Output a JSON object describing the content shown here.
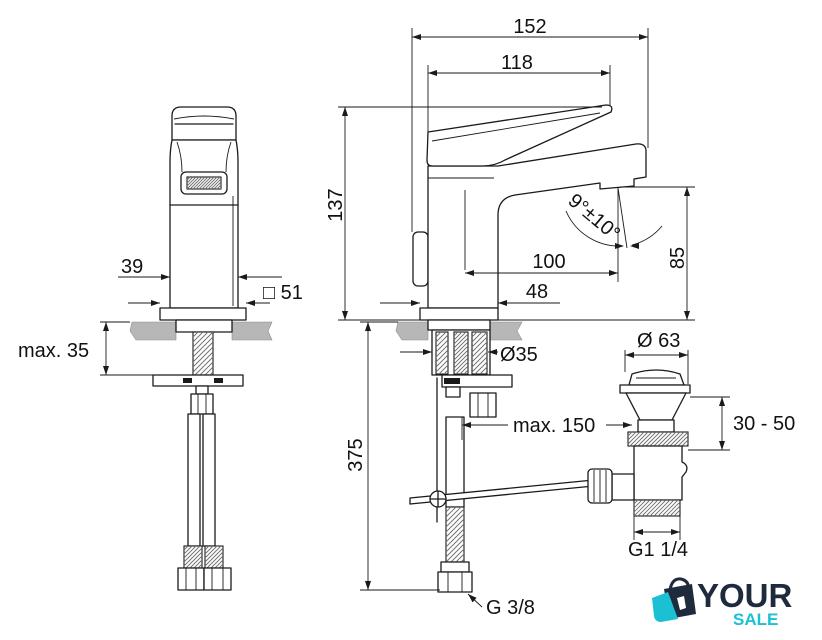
{
  "drawing": {
    "front_view": {
      "width_39": "39",
      "base_51": "□ 51",
      "max_35": "max. 35"
    },
    "side_view": {
      "width_152": "152",
      "width_118": "118",
      "height_137": "137",
      "angle": "9°±10°",
      "reach_100": "100",
      "height_85": "85",
      "base_48": "48",
      "hole_35": "Ø35",
      "length_375": "375",
      "max_150": "max. 150",
      "thread_g38": "G 3/8"
    },
    "waste_view": {
      "dia_63": "Ø 63",
      "range_30_50": "30 - 50",
      "thread_g114": "G1 1/4"
    }
  },
  "logo": {
    "line1": "YOUR",
    "line2": "SALE",
    "icon": "shopping-bag-icon"
  },
  "colors": {
    "line": "#1a1a1a",
    "counter": "#b7b7b7",
    "logo_dark": "#1e2b3c",
    "logo_accent": "#1bc0d3"
  }
}
